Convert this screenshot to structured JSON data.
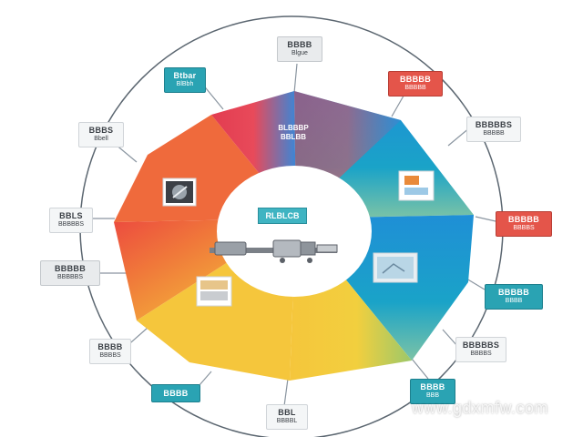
{
  "diagram": {
    "center_label": "RLBLCB",
    "ring_label": {
      "l1": "BLBBBP",
      "l2": "BBLBB"
    },
    "labels": {
      "top": {
        "l1": "BBBB",
        "l2": "Blgue"
      },
      "upper_left_teal": {
        "l1": "Btbar",
        "l2": "BlBbh"
      },
      "left_upper": {
        "l1": "BBBS",
        "l2": "Bbell"
      },
      "left_mid": {
        "l1": "BBLS",
        "l2": "BBBBBS"
      },
      "left_lower": {
        "l1": "BBBBB",
        "l2": "BBBBBS"
      },
      "left_bottom": {
        "l1": "BBBB",
        "l2": "BBBBS"
      },
      "bottom_left_teal": {
        "l1": "BBBB"
      },
      "bottom": {
        "l1": "BBL",
        "l2": "BBBBL"
      },
      "bottom_right_teal": {
        "l1": "BBBB",
        "l2": "BBB"
      },
      "right_bottom": {
        "l1": "BBBBBS",
        "l2": "BBBBS"
      },
      "right_lower_teal": {
        "l1": "BBBBB",
        "l2": "BBBB"
      },
      "right_red": {
        "l1": "BBBBB",
        "l2": "BBBBS"
      },
      "right_upper": {
        "l1": "BBBBBS",
        "l2": "BBBBB"
      },
      "top_right_red": {
        "l1": "BBBBB",
        "l2": "BBBBB"
      }
    },
    "watermark": "www.gdxmfw.com"
  },
  "colors": {
    "red": "#e5404c",
    "orange": "#f08a3a",
    "yellow": "#f3c23a",
    "green": "#a7c957",
    "blue": "#1e9fd0",
    "teal": "#2aa3b3"
  }
}
